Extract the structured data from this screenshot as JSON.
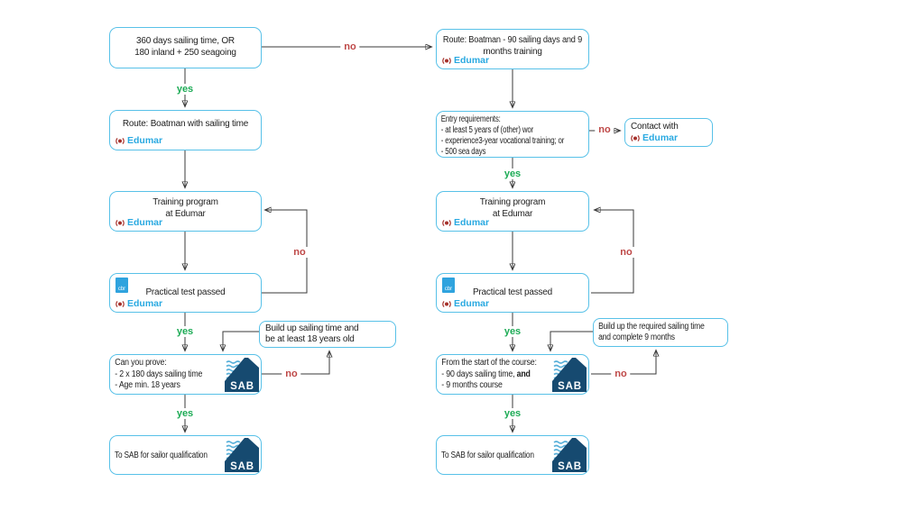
{
  "labels": {
    "yes": "yes",
    "no": "no"
  },
  "logos": {
    "edumar": "Edumar",
    "sab": "SAB",
    "cbr": "cbr"
  },
  "left": {
    "start": {
      "line1": "360 days sailing time, OR",
      "line2": "180 inland + 250 seagoing"
    },
    "route": {
      "title": "Route: Boatman with sailing time"
    },
    "training": {
      "line1": "Training program",
      "line2": "at Edumar"
    },
    "practical": {
      "title": "Practical test passed"
    },
    "check": {
      "title": "Can you prove:",
      "item1": "- 2 x 180 days sailing time",
      "item2": "- Age min. 18 years"
    },
    "buildup": {
      "line1": "Build up sailing time and",
      "line2": "be at least 18 years old"
    },
    "final": {
      "title": "To SAB for sailor qualification"
    }
  },
  "right": {
    "start": {
      "line1": "Route: Boatman - 90 sailing days and 9",
      "line2": "months training"
    },
    "entry": {
      "title": "Entry requirements:",
      "item1": "- at least 5 years of (other) wor",
      "item2": "- experience3-year vocational training; or",
      "item3": "- 500 sea days"
    },
    "contact": {
      "line1": "Contact with"
    },
    "training": {
      "line1": "Training program",
      "line2": "at Edumar"
    },
    "practical": {
      "title": "Practical test passed"
    },
    "check": {
      "title": "From the start of the course:",
      "item1": "- 90 days sailing time, ",
      "item1_bold": "and",
      "item2": "- 9 months course"
    },
    "buildup": {
      "line1": "Build up the required sailing time",
      "line2": "and complete 9 months"
    },
    "final": {
      "title": "To SAB for sailor qualification"
    }
  }
}
